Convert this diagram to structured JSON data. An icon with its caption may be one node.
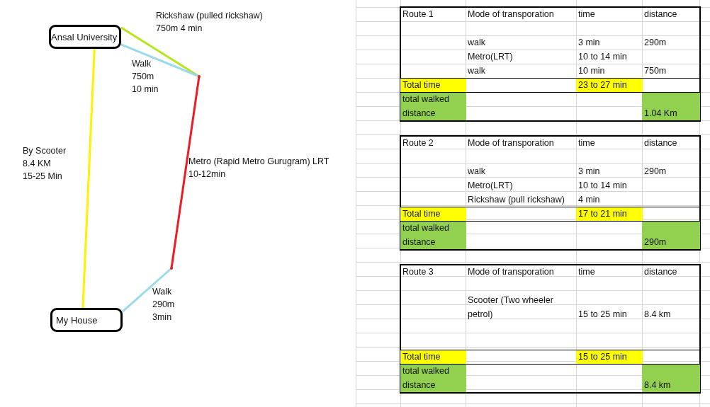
{
  "diagram": {
    "nodes": [
      {
        "text": [
          "Ansal University"
        ]
      },
      {
        "text": [
          "My House"
        ]
      },
      {
        "text": [],
        "shape": "point"
      },
      {
        "text": [],
        "shape": "point"
      }
    ],
    "edges": [
      {
        "from": 0,
        "to": 2,
        "arrow": "none",
        "label": "Rickshaw (pulled rickshaw) 750m 4 min",
        "color": "#b5e61d"
      },
      {
        "from": 0,
        "to": 2,
        "arrow": "none",
        "label": "Walk 750m 10 min",
        "color": "#99d9ea"
      },
      {
        "from": 2,
        "to": 3,
        "arrow": "none",
        "label": "Metro (Rapid Metro Gurugram) LRT 10-12min",
        "color": "#ed1c24"
      },
      {
        "from": 1,
        "to": 3,
        "arrow": "none",
        "label": "Walk 290m 3min",
        "color": "#99d9ea"
      },
      {
        "from": 0,
        "to": 1,
        "arrow": "none",
        "label": "By Scooter 8.4 KM 15-25 Min",
        "color": "#fff200"
      }
    ],
    "labels": [
      "Route 1",
      "Mode of transporation",
      "time",
      "distance",
      "walk",
      "3 min",
      "290m",
      "Metro(LRT)",
      "10 to 14 min",
      "walk",
      "10 min",
      "750m",
      "Total time",
      "23 to 27 min",
      "total walked distance",
      "1.04 Km",
      "Route 2",
      "Mode of transporation",
      "time",
      "distance",
      "walk",
      "3 min",
      "290m",
      "Metro(LRT)",
      "10 to 14 min",
      "Rickshaw (pull rickshaw)",
      "4 min",
      "Total time",
      "17 to 21 min",
      "total walked distance",
      "290m",
      "Route 3",
      "Mode of transporation",
      "time",
      "distance",
      "Scooter (Two wheeler petrol)",
      "15 to 25 min",
      "8.4 km",
      "Total time",
      "15 to 25 min",
      "total walked distance",
      "8.4 km"
    ]
  }
}
